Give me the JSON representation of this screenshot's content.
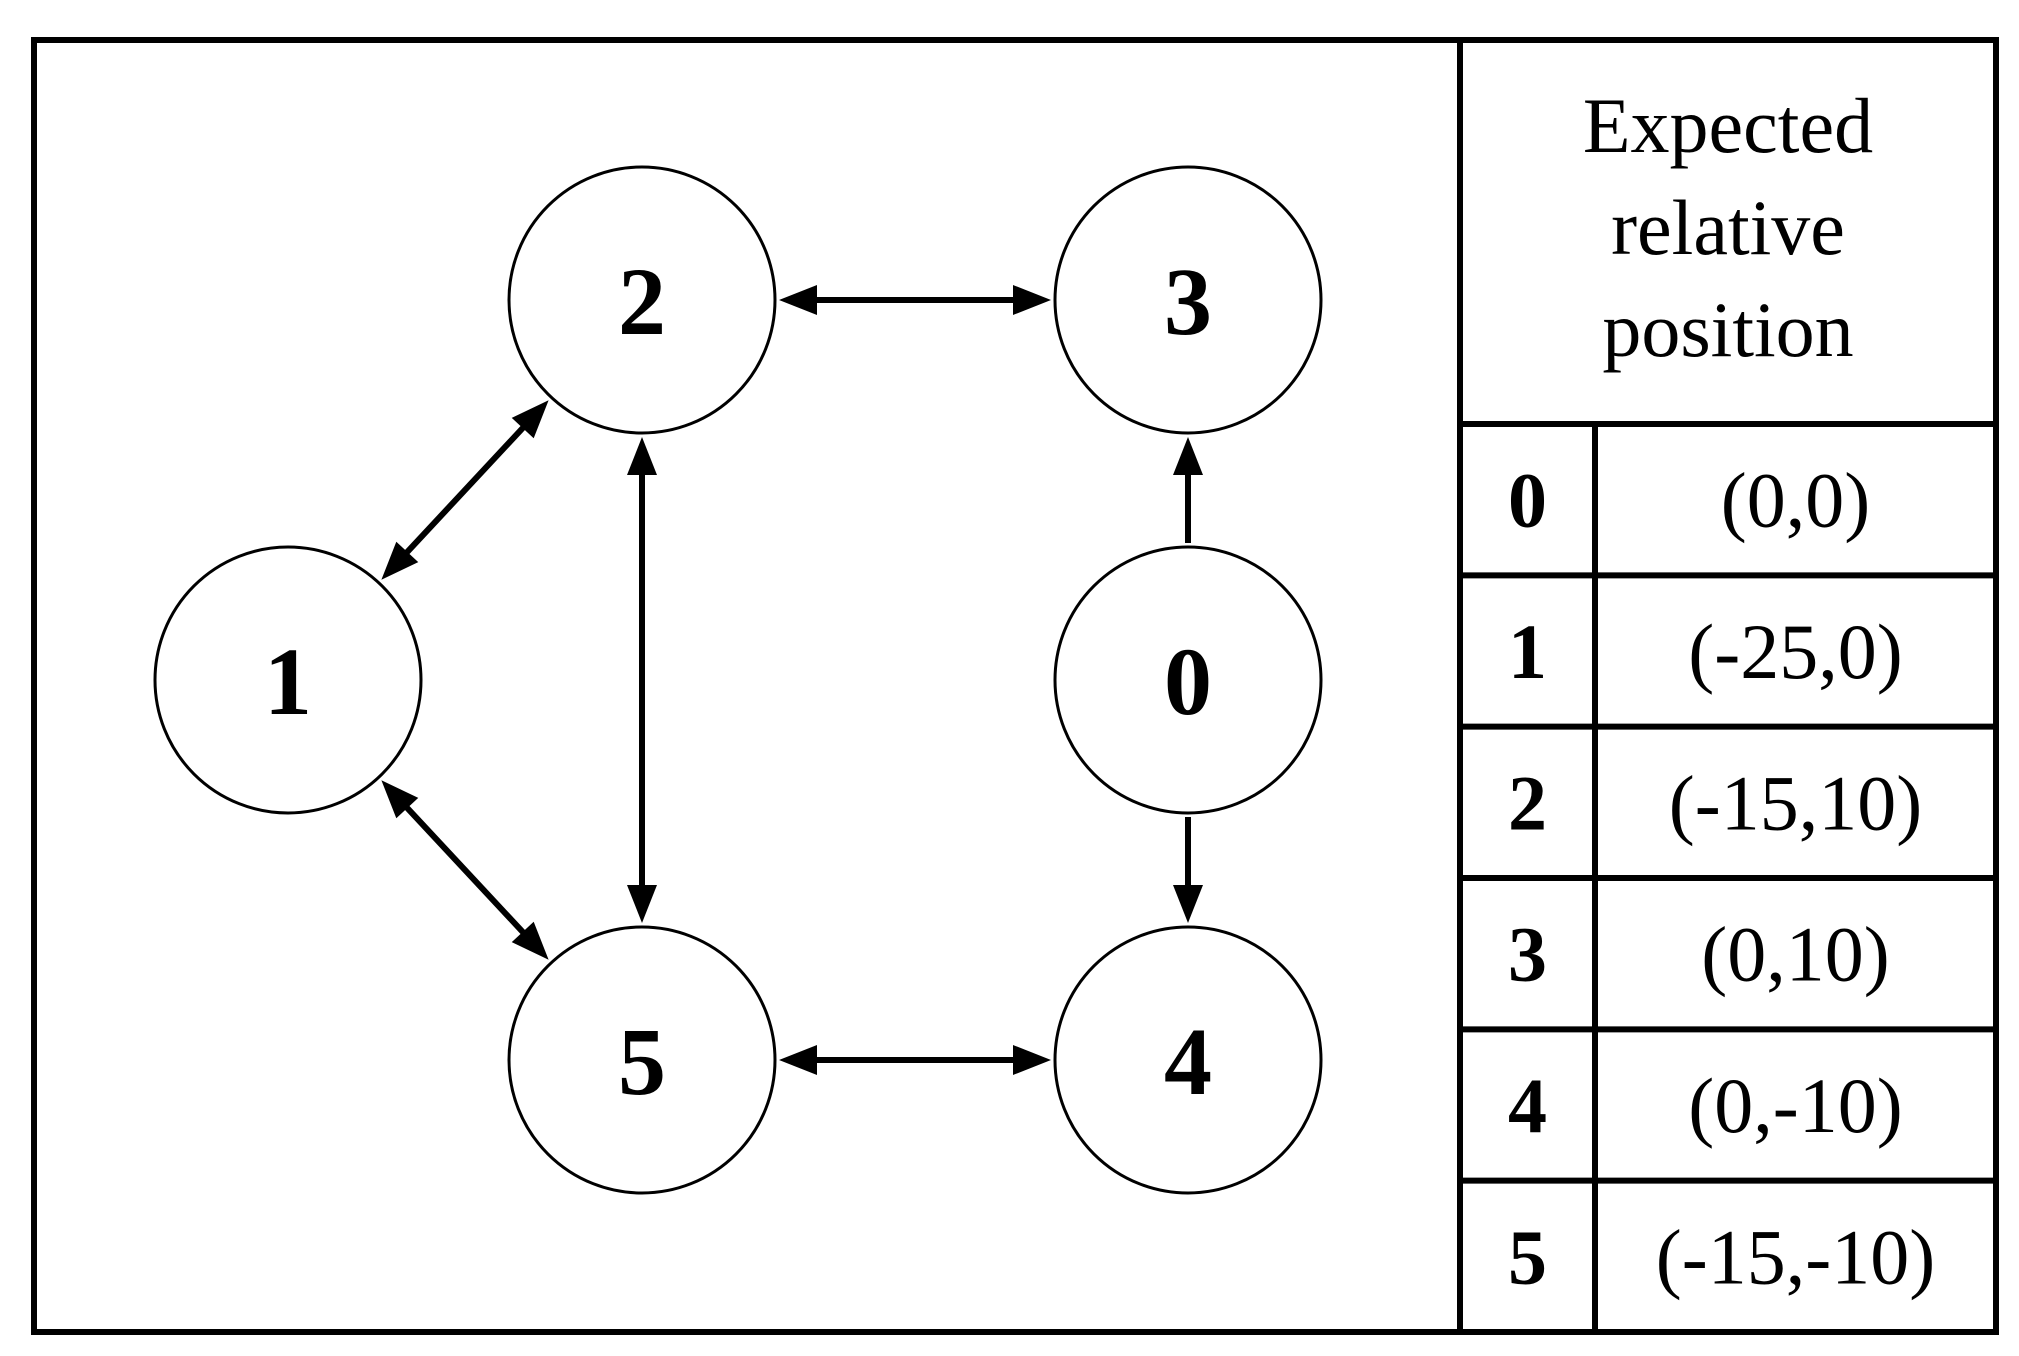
{
  "graph": {
    "nodes": [
      {
        "id": "0",
        "label": "0"
      },
      {
        "id": "1",
        "label": "1"
      },
      {
        "id": "2",
        "label": "2"
      },
      {
        "id": "3",
        "label": "3"
      },
      {
        "id": "4",
        "label": "4"
      },
      {
        "id": "5",
        "label": "5"
      }
    ],
    "edges": [
      {
        "from": "2",
        "to": "3",
        "direction": "both"
      },
      {
        "from": "1",
        "to": "2",
        "direction": "both"
      },
      {
        "from": "2",
        "to": "5",
        "direction": "both"
      },
      {
        "from": "1",
        "to": "5",
        "direction": "both"
      },
      {
        "from": "5",
        "to": "4",
        "direction": "both"
      },
      {
        "from": "0",
        "to": "3",
        "direction": "forward"
      },
      {
        "from": "0",
        "to": "4",
        "direction": "forward"
      }
    ]
  },
  "table": {
    "header_lines": [
      "Expected",
      "relative",
      "position"
    ],
    "rows": [
      {
        "node": "0",
        "position": "(0,0)"
      },
      {
        "node": "1",
        "position": "(-25,0)"
      },
      {
        "node": "2",
        "position": "(-15,10)"
      },
      {
        "node": "3",
        "position": "(0,10)"
      },
      {
        "node": "4",
        "position": "(0,-10)"
      },
      {
        "node": "5",
        "position": "(-15,-10)"
      }
    ]
  },
  "colors": {
    "line": "#000000",
    "background": "#ffffff"
  }
}
